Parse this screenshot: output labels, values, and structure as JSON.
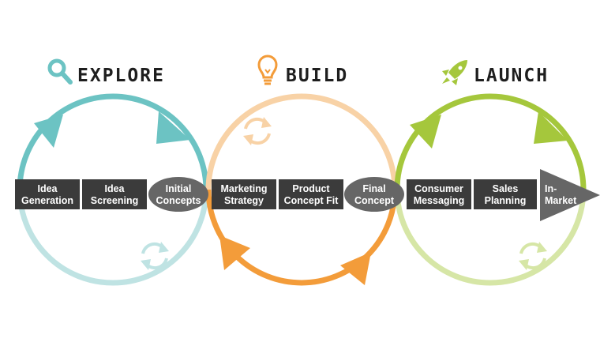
{
  "phases": [
    {
      "title": "EXPLORE",
      "icon": "magnifier-icon",
      "color": "#6cc3c3",
      "light": "#bfe3e3"
    },
    {
      "title": "BUILD",
      "icon": "lightbulb-icon",
      "color": "#f39c3a",
      "light": "#f8d2a6"
    },
    {
      "title": "LAUNCH",
      "icon": "rocket-icon",
      "color": "#a5c73c",
      "light": "#d6e6a6"
    }
  ],
  "steps": {
    "idea_generation": [
      "Idea",
      "Generation"
    ],
    "idea_screening": [
      "Idea",
      "Screening"
    ],
    "initial_concepts": [
      "Initial",
      "Concepts"
    ],
    "marketing_strategy": [
      "Marketing",
      "Strategy"
    ],
    "product_concept_fit": [
      "Product",
      "Concept Fit"
    ],
    "final_concept": [
      "Final",
      "Concept"
    ],
    "consumer_messaging": [
      "Consumer",
      "Messaging"
    ],
    "sales_planning": [
      "Sales",
      "Planning"
    ],
    "in_market": [
      "In-",
      "Market"
    ]
  },
  "colors": {
    "step_box": "#3b3b3b",
    "milestone": "#666666",
    "title_text": "#1e1e1e"
  }
}
